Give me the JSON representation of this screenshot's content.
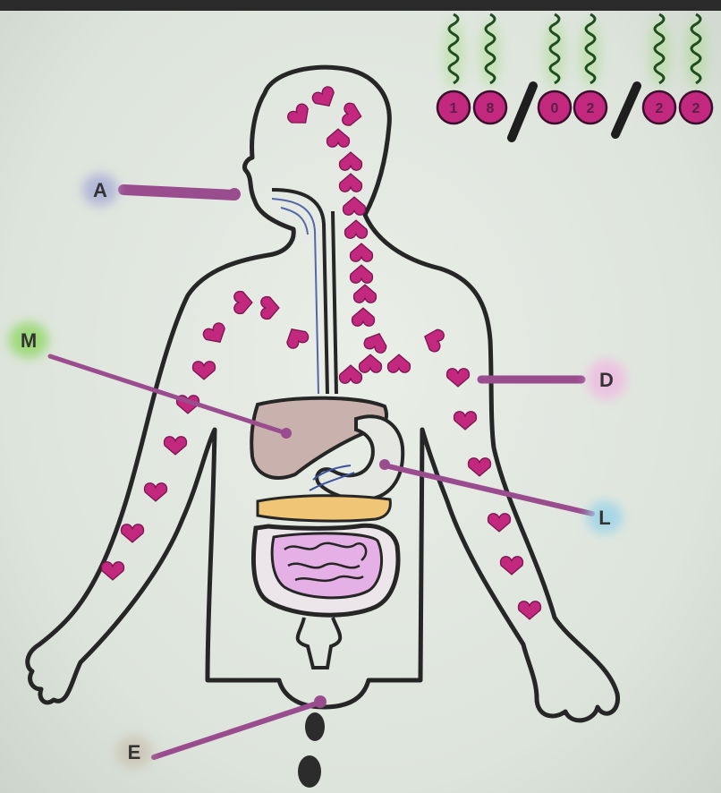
{
  "labels": {
    "A": "A",
    "M": "M",
    "D": "D",
    "L": "L",
    "E": "E"
  },
  "date_digits": [
    "1",
    "8",
    "0",
    "2",
    "2",
    "2"
  ],
  "colors": {
    "outline": "#262626",
    "heart": "#c2287e",
    "pointer": "#9a4d8e",
    "tag_A": "#a7acd6",
    "tag_M": "#93d86a",
    "tag_D": "#f0b7e2",
    "tag_L": "#9bd4e8",
    "liver": "#c9b2ad",
    "pancreas": "#f0c676",
    "intestine": "#e4b0e6",
    "squiggle": "#1f4d1f"
  }
}
